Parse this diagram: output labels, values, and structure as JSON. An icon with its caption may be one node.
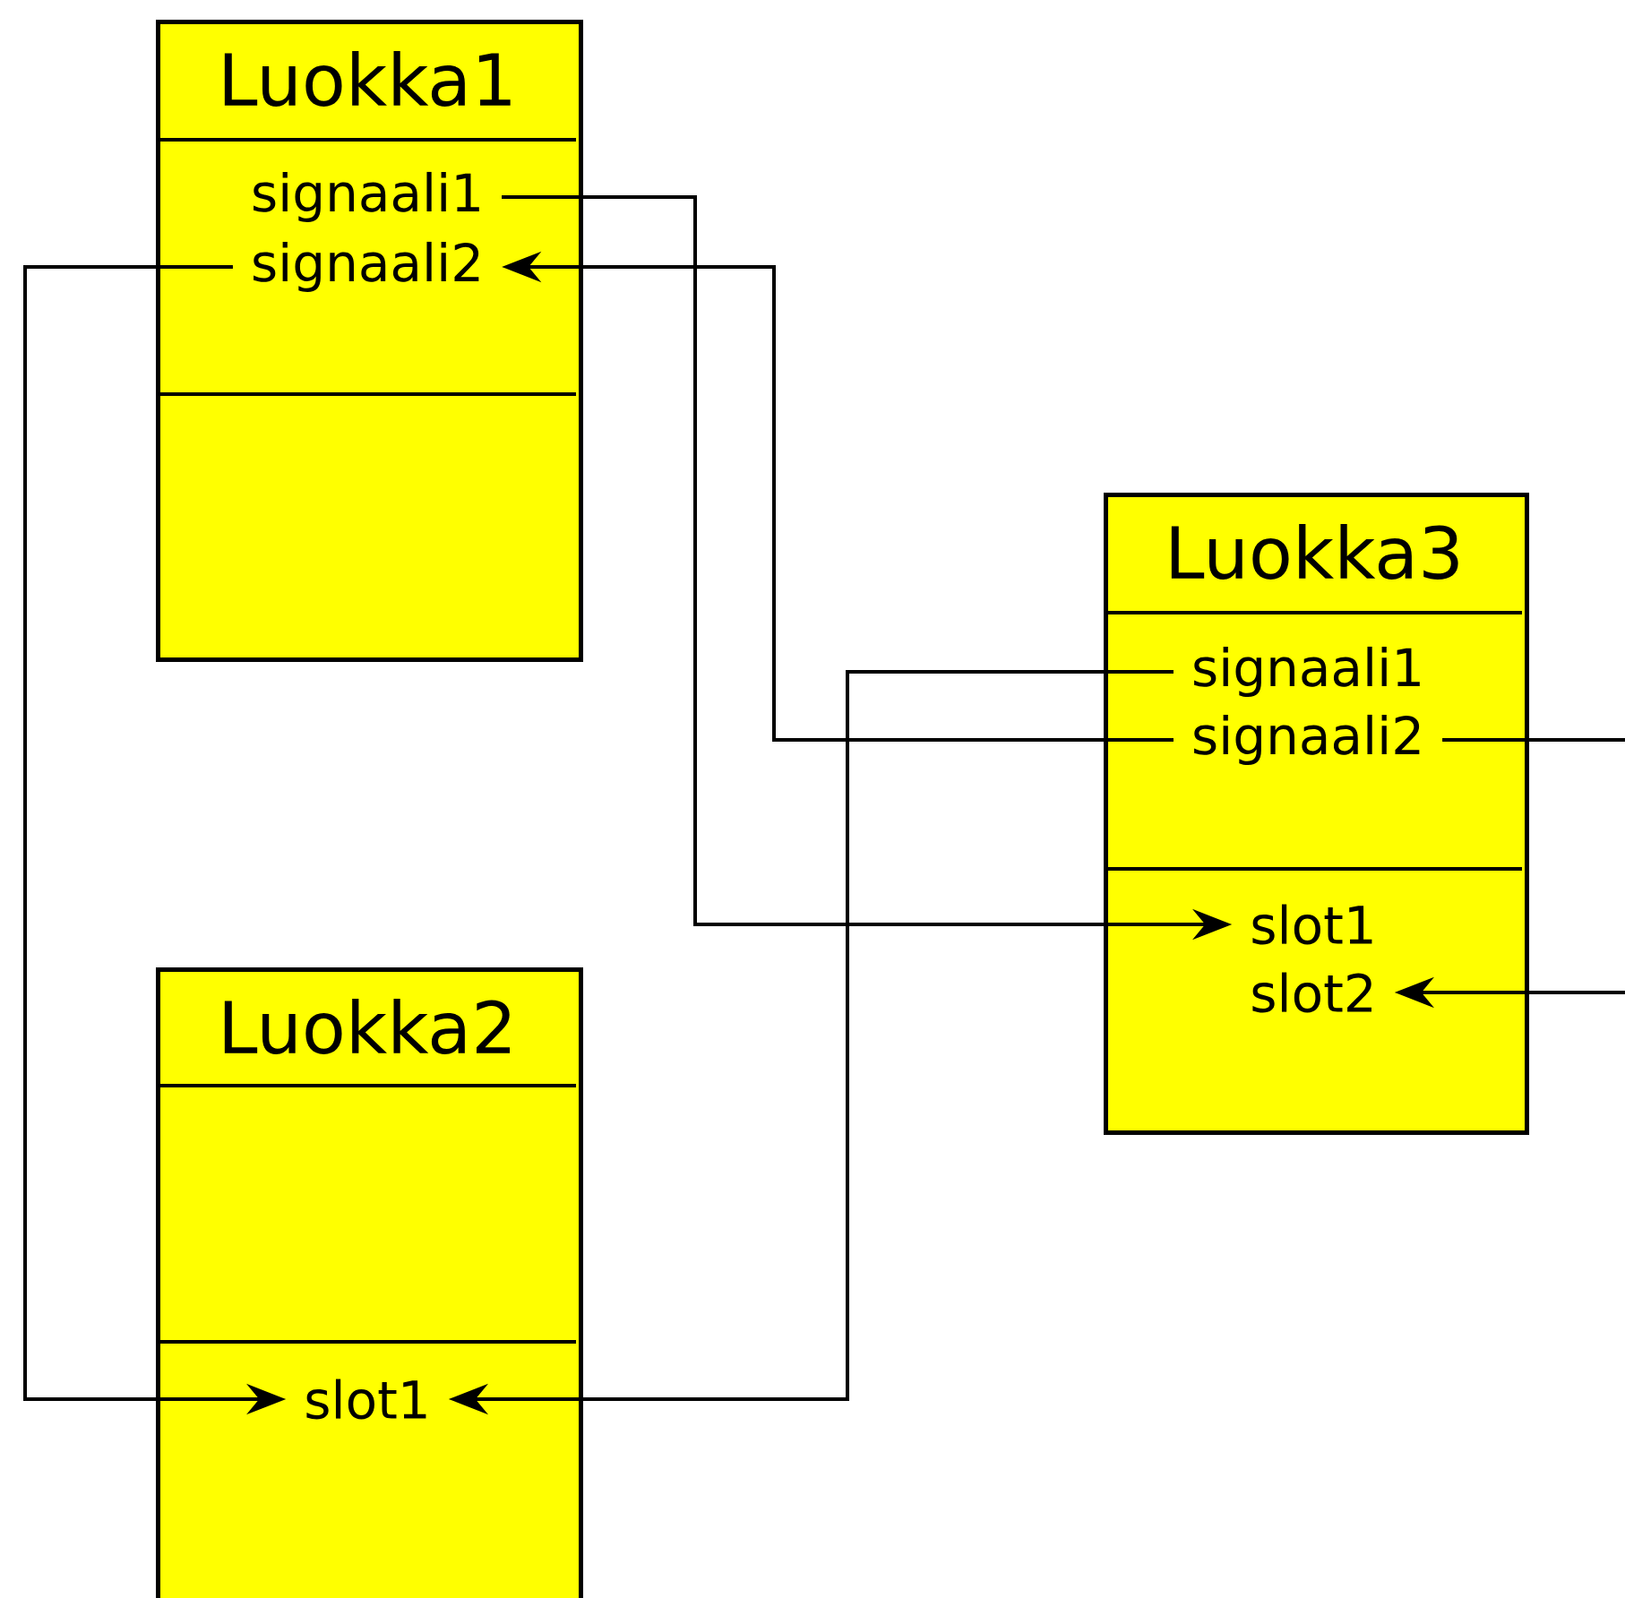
{
  "diagram": {
    "nodes": [
      {
        "text": [
          "Luokka1"
        ]
      },
      {
        "text": [
          "signaali1"
        ],
        "in": 0
      },
      {
        "text": [
          "signaali2"
        ],
        "in": 0
      },
      {
        "text": [
          "Luokka3"
        ]
      },
      {
        "text": [
          "signaali1"
        ],
        "in": 3
      },
      {
        "text": [
          "signaali2"
        ],
        "in": 3
      },
      {
        "text": [
          "slot1"
        ],
        "in": 3
      },
      {
        "text": [
          "slot2"
        ],
        "in": 3
      },
      {
        "text": [
          "Luokka2"
        ]
      },
      {
        "text": [
          "slot1"
        ],
        "in": 8
      }
    ],
    "edges": [
      {
        "from": 1,
        "to": 6,
        "arrow": "to"
      },
      {
        "from": 2,
        "to": 9,
        "arrow": "to"
      },
      {
        "from": 5,
        "to": 2,
        "arrow": "to"
      },
      {
        "from": 4,
        "to": 9,
        "arrow": "to"
      },
      {
        "from": 5,
        "to": null,
        "arrow": "none"
      },
      {
        "from": null,
        "to": 7,
        "arrow": "to"
      }
    ]
  }
}
